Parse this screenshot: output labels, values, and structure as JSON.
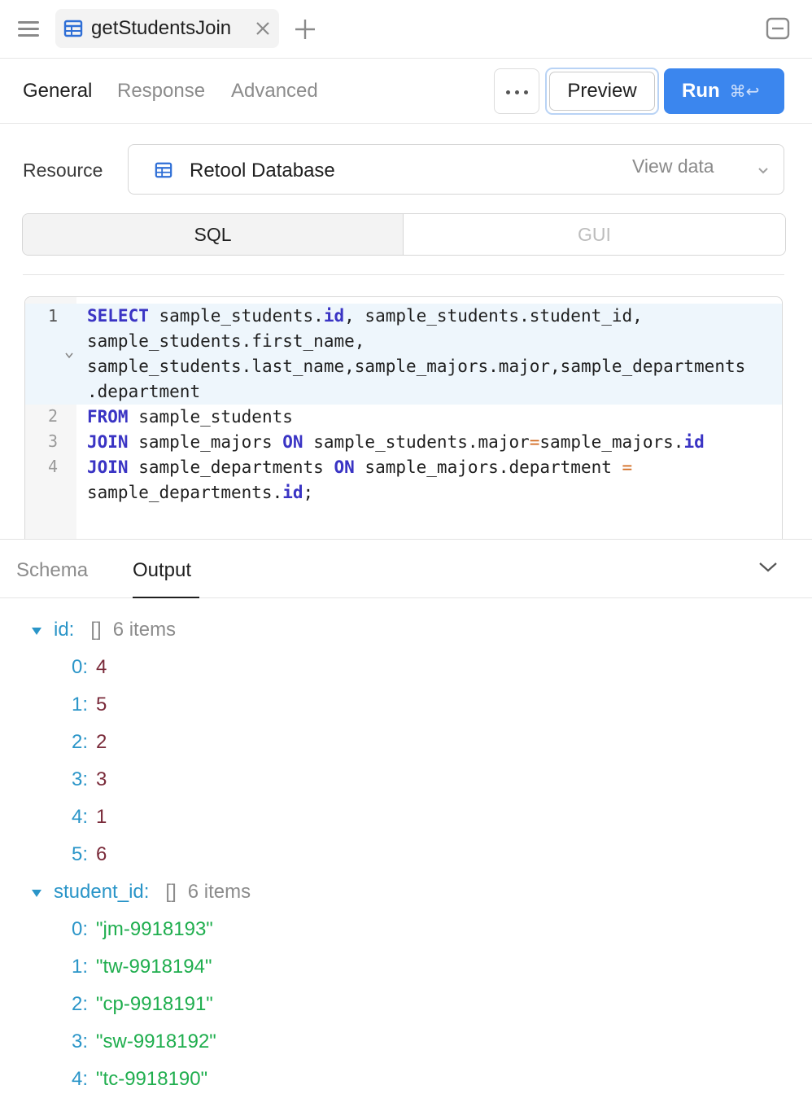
{
  "tab": {
    "title": "getStudentsJoin"
  },
  "subtabs": [
    "General",
    "Response",
    "Advanced"
  ],
  "buttons": {
    "preview": "Preview",
    "run": "Run",
    "run_shortcut": "⌘↩"
  },
  "resource": {
    "label": "Resource",
    "name": "Retool Database",
    "view_data": "View data"
  },
  "mode_toggle": {
    "sql": "SQL",
    "gui": "GUI",
    "selected": "SQL"
  },
  "editor": {
    "line_numbers": [
      "1",
      "2",
      "3",
      "4"
    ],
    "lines": [
      "SELECT sample_students.id, sample_students.student_id,",
      "sample_students.first_name,",
      "sample_students.last_name,sample_majors.major,sample_departments",
      ".department",
      "FROM sample_students",
      "JOIN sample_majors ON sample_students.major=sample_majors.id",
      "JOIN sample_departments ON sample_majors.department =",
      "sample_departments.id;"
    ]
  },
  "output": {
    "tabs": [
      "Schema",
      "Output"
    ],
    "active_tab": "Output",
    "fields": [
      {
        "key": "id:",
        "type": "[]",
        "count": "6 items",
        "items": [
          {
            "index": "0:",
            "value": "4"
          },
          {
            "index": "1:",
            "value": "5"
          },
          {
            "index": "2:",
            "value": "2"
          },
          {
            "index": "3:",
            "value": "3"
          },
          {
            "index": "4:",
            "value": "1"
          },
          {
            "index": "5:",
            "value": "6"
          }
        ]
      },
      {
        "key": "student_id:",
        "type": "[]",
        "count": "6 items",
        "items": [
          {
            "index": "0:",
            "value": "\"jm-9918193\""
          },
          {
            "index": "1:",
            "value": "\"tw-9918194\""
          },
          {
            "index": "2:",
            "value": "\"cp-9918191\""
          },
          {
            "index": "3:",
            "value": "\"sw-9918192\""
          },
          {
            "index": "4:",
            "value": "\"tc-9918190\""
          }
        ]
      }
    ]
  },
  "colors": {
    "accent": "#3b86ee",
    "key": "#2a95c8",
    "number": "#7a2b3a",
    "string": "#1fae4e",
    "keyword": "#3a34c4"
  }
}
